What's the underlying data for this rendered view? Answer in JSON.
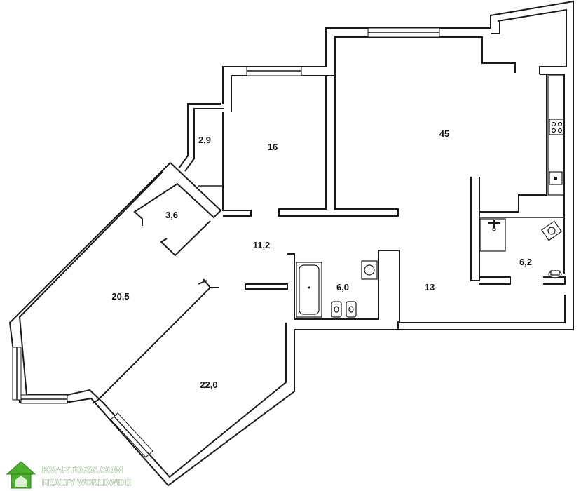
{
  "rooms": [
    {
      "id": "loggia",
      "area": "2,9"
    },
    {
      "id": "bedroom-16",
      "area": "16"
    },
    {
      "id": "living-kitchen",
      "area": "45"
    },
    {
      "id": "storage",
      "area": "3,6"
    },
    {
      "id": "hall",
      "area": "11,2"
    },
    {
      "id": "bathroom",
      "area": "6,0"
    },
    {
      "id": "corridor",
      "area": "13"
    },
    {
      "id": "master-bath",
      "area": "6,2"
    },
    {
      "id": "room-20",
      "area": "20,5"
    },
    {
      "id": "room-22",
      "area": "22,0"
    }
  ],
  "watermark": {
    "brand": "KVARTORG.COM",
    "tagline": "REALTY WORLDWIDE",
    "icon": "house-icon",
    "color": "#4caf2e"
  }
}
